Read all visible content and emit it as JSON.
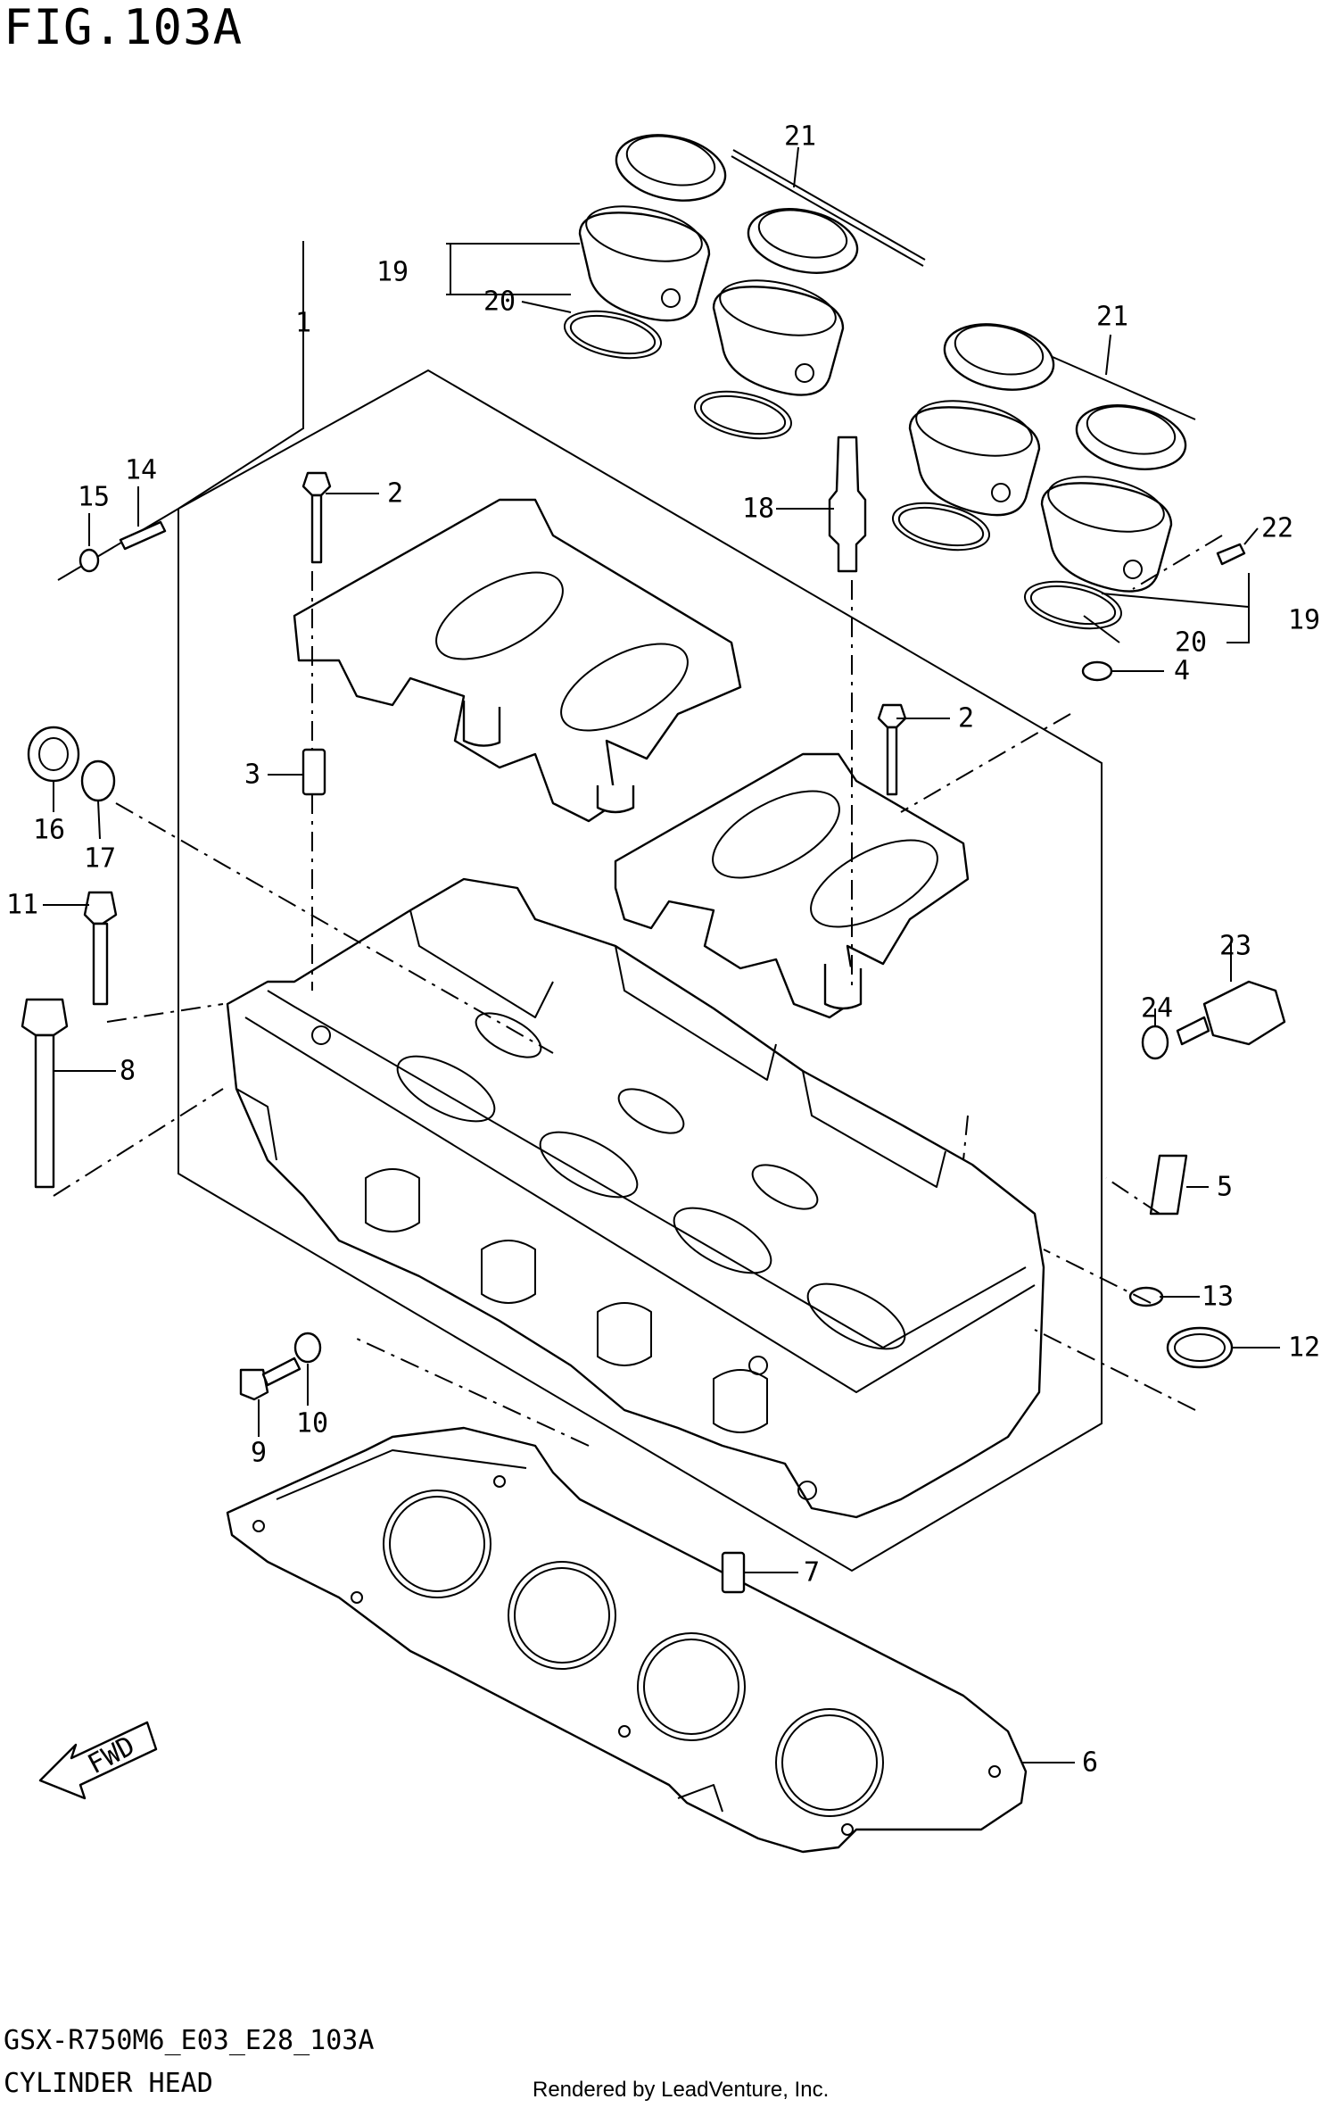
{
  "figure": {
    "title": "FIG.103A",
    "model_code": "GSX-R750M6_E03_E28_103A",
    "name": "CYLINDER HEAD",
    "credit": "Rendered by LeadVenture, Inc."
  },
  "fwd_label": "FWD",
  "callouts": [
    {
      "id": "c1",
      "text": "1"
    },
    {
      "id": "c2a",
      "text": "2"
    },
    {
      "id": "c2b",
      "text": "2"
    },
    {
      "id": "c3",
      "text": "3"
    },
    {
      "id": "c4",
      "text": "4"
    },
    {
      "id": "c5",
      "text": "5"
    },
    {
      "id": "c6",
      "text": "6"
    },
    {
      "id": "c7",
      "text": "7"
    },
    {
      "id": "c8",
      "text": "8"
    },
    {
      "id": "c9",
      "text": "9"
    },
    {
      "id": "c10",
      "text": "10"
    },
    {
      "id": "c11",
      "text": "11"
    },
    {
      "id": "c12",
      "text": "12"
    },
    {
      "id": "c13",
      "text": "13"
    },
    {
      "id": "c14",
      "text": "14"
    },
    {
      "id": "c15",
      "text": "15"
    },
    {
      "id": "c16",
      "text": "16"
    },
    {
      "id": "c17",
      "text": "17"
    },
    {
      "id": "c18",
      "text": "18"
    },
    {
      "id": "c19a",
      "text": "19"
    },
    {
      "id": "c19b",
      "text": "19"
    },
    {
      "id": "c20a",
      "text": "20"
    },
    {
      "id": "c20b",
      "text": "20"
    },
    {
      "id": "c21a",
      "text": "21"
    },
    {
      "id": "c21b",
      "text": "21"
    },
    {
      "id": "c22",
      "text": "22"
    },
    {
      "id": "c23",
      "text": "23"
    },
    {
      "id": "c24",
      "text": "24"
    }
  ]
}
